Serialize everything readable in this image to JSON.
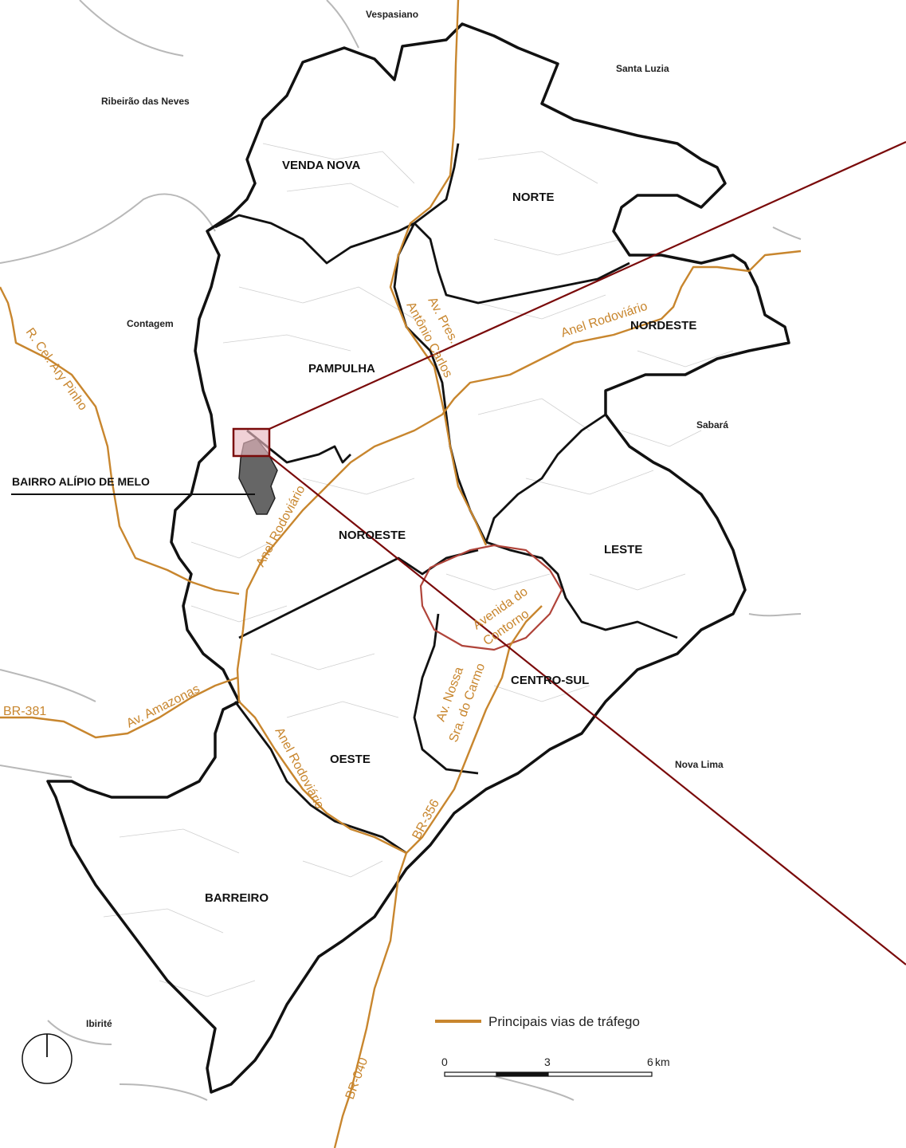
{
  "municipalities": {
    "vespasiano": "Vespasiano",
    "santa_luzia": "Santa Luzia",
    "ribeirao": "Ribeirão das Neves",
    "contagem": "Contagem",
    "sabara": "Sabará",
    "nova_lima": "Nova Lima",
    "ibirite": "Ibirité"
  },
  "regions": {
    "venda_nova": "VENDA NOVA",
    "norte": "NORTE",
    "nordeste": "NORDESTE",
    "pampulha": "PAMPULHA",
    "noroeste": "NOROESTE",
    "leste": "LESTE",
    "centro_sul": "CENTRO-SUL",
    "oeste": "OESTE",
    "barreiro": "BARREIRO"
  },
  "roads": {
    "anel_ne": "Anel Rodoviário",
    "anel_nw": "Anel Rodoviário",
    "anel_sw": "Anel Rodoviário",
    "antonio_carlos_1": "Av. Pres.",
    "antonio_carlos_2": "Antônio Carlos",
    "ary_pinho": "R. Cel. Ary Pinho",
    "amazonas": "Av. Amazonas",
    "br381": "BR-381",
    "br356": "BR-356",
    "br040": "BR-040",
    "contorno_1": "Avenida do",
    "contorno_2": "Contorno",
    "nossa_sra_1": "Av. Nossa",
    "nossa_sra_2": "Sra. do Carmo"
  },
  "callout": "BAIRRO ALÍPIO DE MELO",
  "legend": {
    "label": "Principais vias de tráfego"
  },
  "scale": {
    "ticks": [
      "0",
      "3",
      "6"
    ],
    "unit": "km"
  },
  "colors": {
    "road": "#c8862e",
    "boundary": "#111111",
    "highlight_line": "#7a0a0a",
    "highlight_fill": "#e8b8c0",
    "neighborhood": "#666666",
    "contorno": "#b0443a"
  },
  "icons": {
    "north_arrow": "north-arrow-icon"
  }
}
